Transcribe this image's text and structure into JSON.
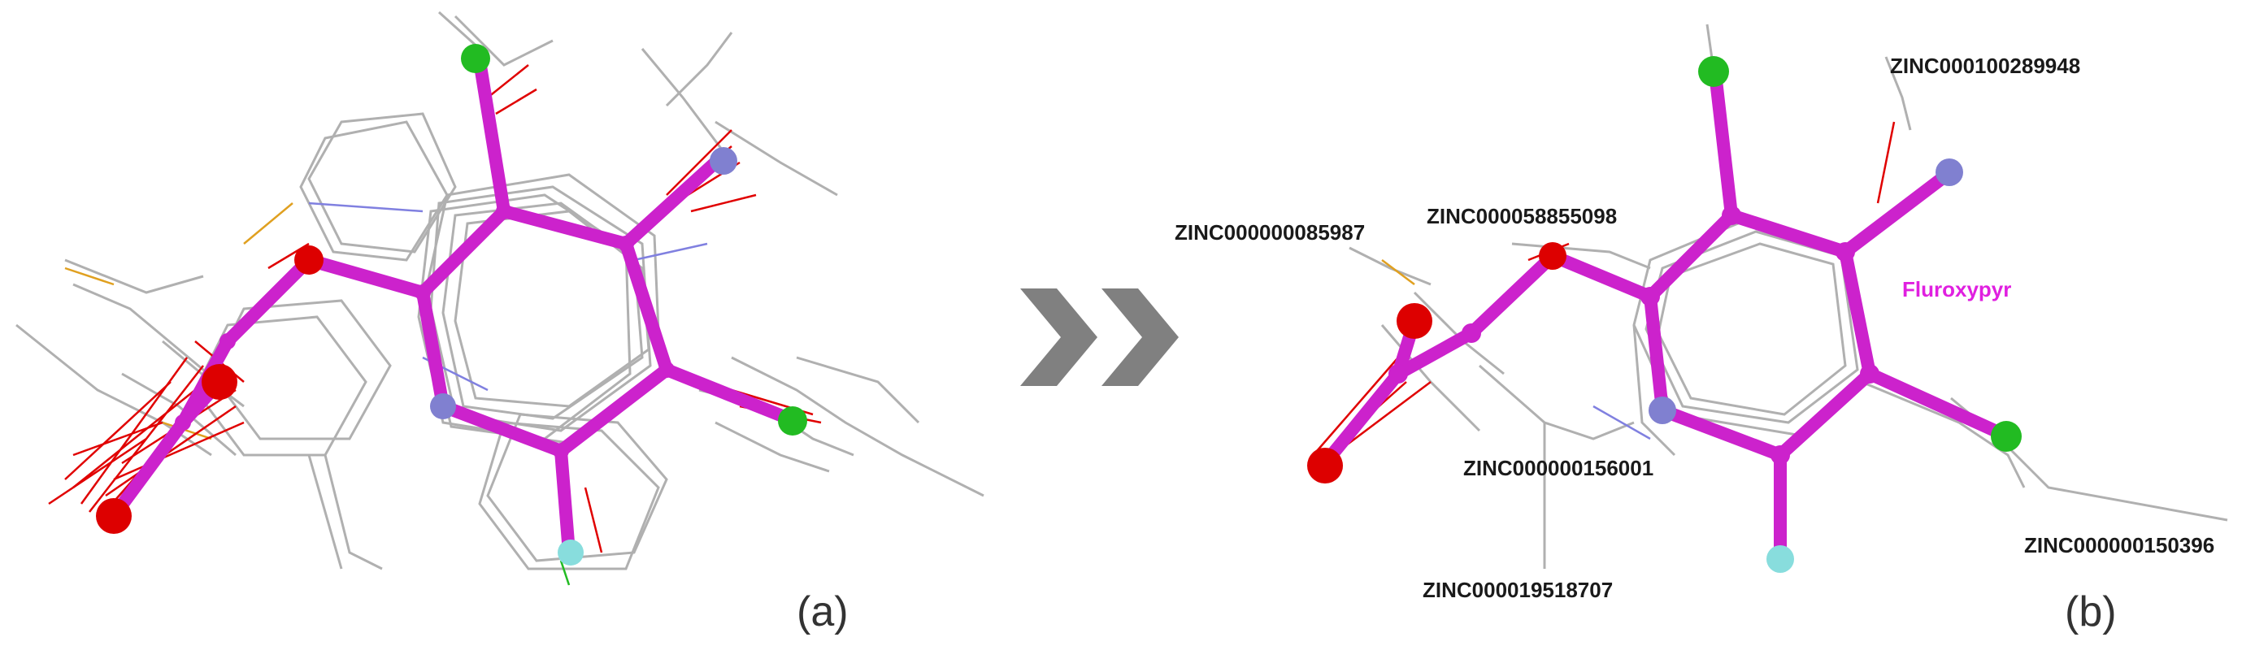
{
  "figure": {
    "panel_a_label": "(a)",
    "panel_b_label": "(b)",
    "arrow_icon": "double-chevron-right-icon",
    "colors": {
      "reference_ligand": "#cc22cc",
      "overlay_lines": "#b0b0b0",
      "oxygen": "#dd0000",
      "nitrogen": "#8080d0",
      "chlorine": "#22bb22",
      "fluorine": "#88dddd",
      "arrow": "#808080",
      "label_highlight": "#e020e0"
    }
  },
  "panel_b": {
    "reference_name": "Fluroxypyr",
    "labels": [
      "ZINC000100289948",
      "ZINC000000085987",
      "ZINC000058855098",
      "ZINC000000156001",
      "ZINC000000150396",
      "ZINC000019518707"
    ]
  }
}
